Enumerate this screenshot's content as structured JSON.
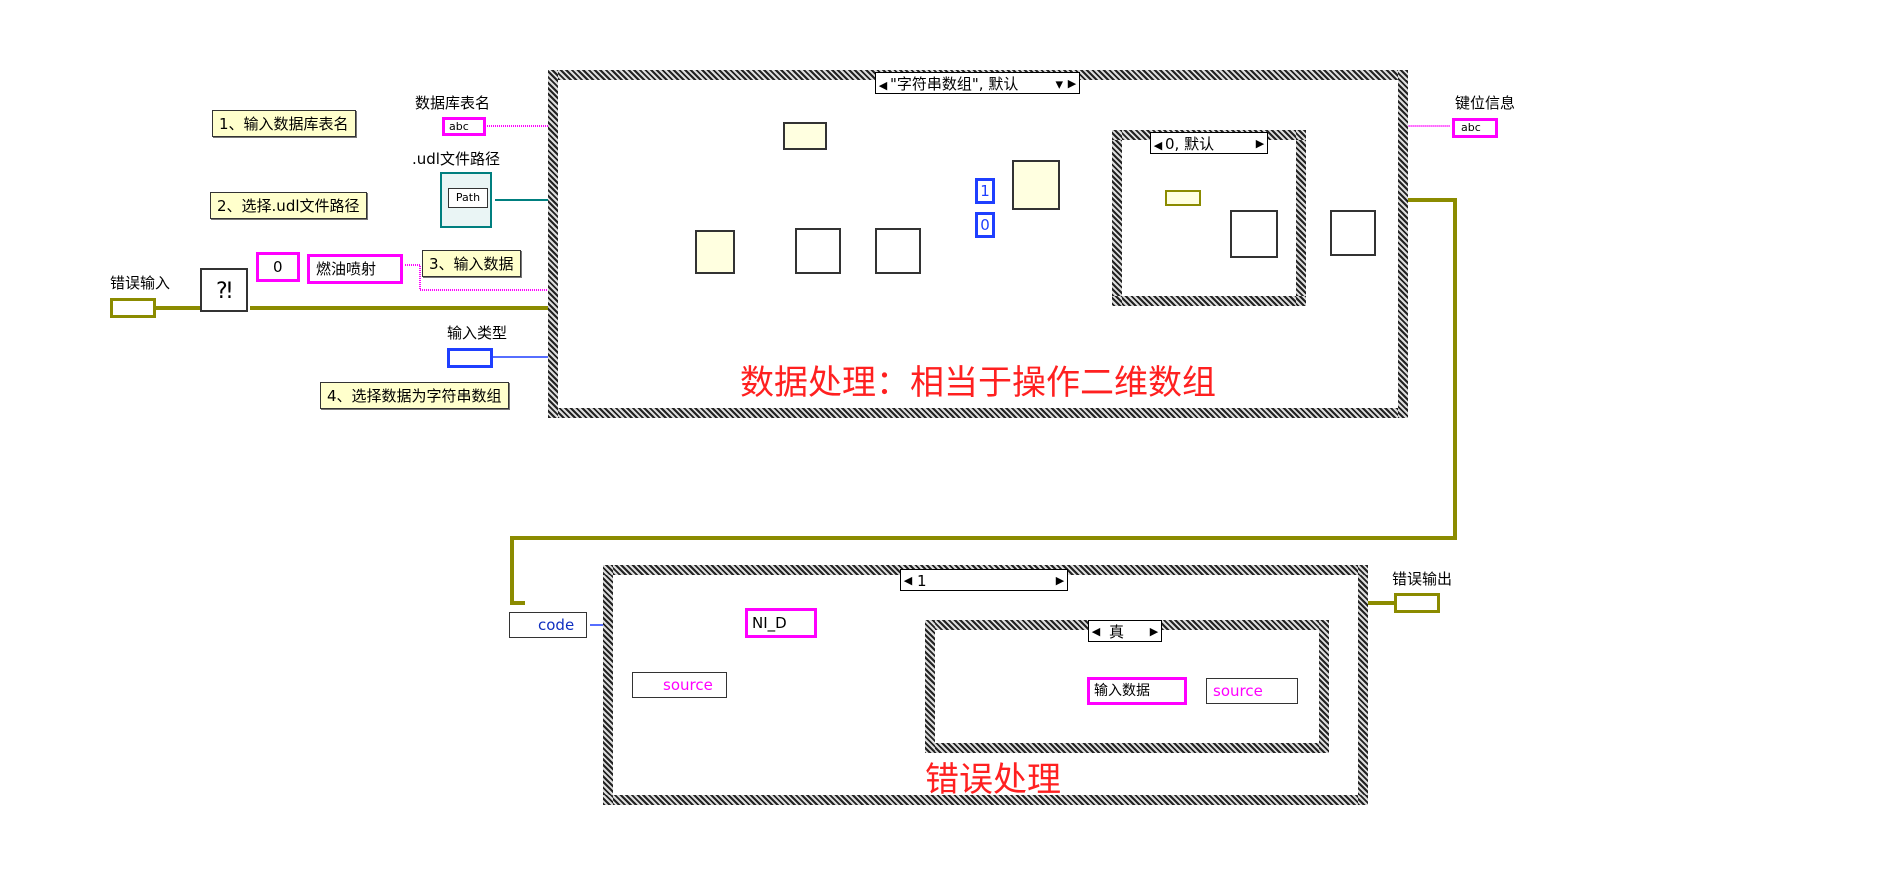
{
  "window": {
    "title": ""
  },
  "notes": {
    "step1": "1、输入数据库表名",
    "step2": "2、选择.udl文件路径",
    "step3": "3、输入数据",
    "step4": "4、选择数据为字符串数组"
  },
  "labels": {
    "table_name": "数据库表名",
    "udl_path": ".udl文件路径",
    "error_in": "错误输入",
    "input_type": "输入类型",
    "key_info": "键位信息",
    "error_out": "错误输出"
  },
  "constants": {
    "table_ctrl": "abc",
    "path_ctrl": "Path",
    "array_index_a": "0",
    "array_index_b": "0",
    "array_elem": "燃油喷射",
    "const_one": "1",
    "const_zero": "0",
    "ni_d": "NI_D",
    "input_data": "输入数据",
    "key_out": "abc"
  },
  "case_structures": {
    "main_selector": "\"字符串数组\", 默认",
    "inner_selector": "0, 默认",
    "error_selector": "1",
    "true_selector": "真"
  },
  "unbundle": {
    "code": "code",
    "source": "source",
    "bundle_source": "source"
  },
  "annotations": {
    "data_processing": "数据处理：相当于操作二维数组",
    "error_handling": "错误处理"
  },
  "colors": {
    "string_wire": "#ff00ff",
    "error_wire": "#8b8b00",
    "ref_wire": "#007f7f",
    "enum_wire": "#1f3fff",
    "annotation": "#ff2020",
    "note_bg": "#ffffcc"
  }
}
